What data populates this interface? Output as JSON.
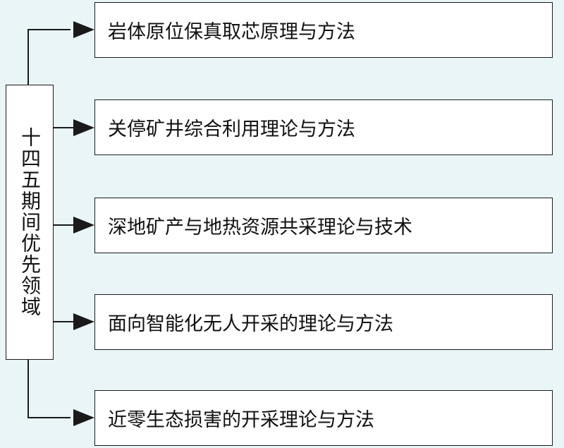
{
  "diagram": {
    "root": {
      "label": "十四五期间优先领域"
    },
    "items": [
      {
        "label": "岩体原位保真取芯原理与方法"
      },
      {
        "label": "关停矿井综合利用理论与方法"
      },
      {
        "label": "深地矿产与地热资源共采理论与技术"
      },
      {
        "label": "面向智能化无人开采的理论与方法"
      },
      {
        "label": "近零生态损害的开采理论与方法"
      }
    ],
    "colors": {
      "background": "#eaf5f8",
      "box_fill": "#ffffff",
      "line": "#1a1a1a"
    }
  }
}
